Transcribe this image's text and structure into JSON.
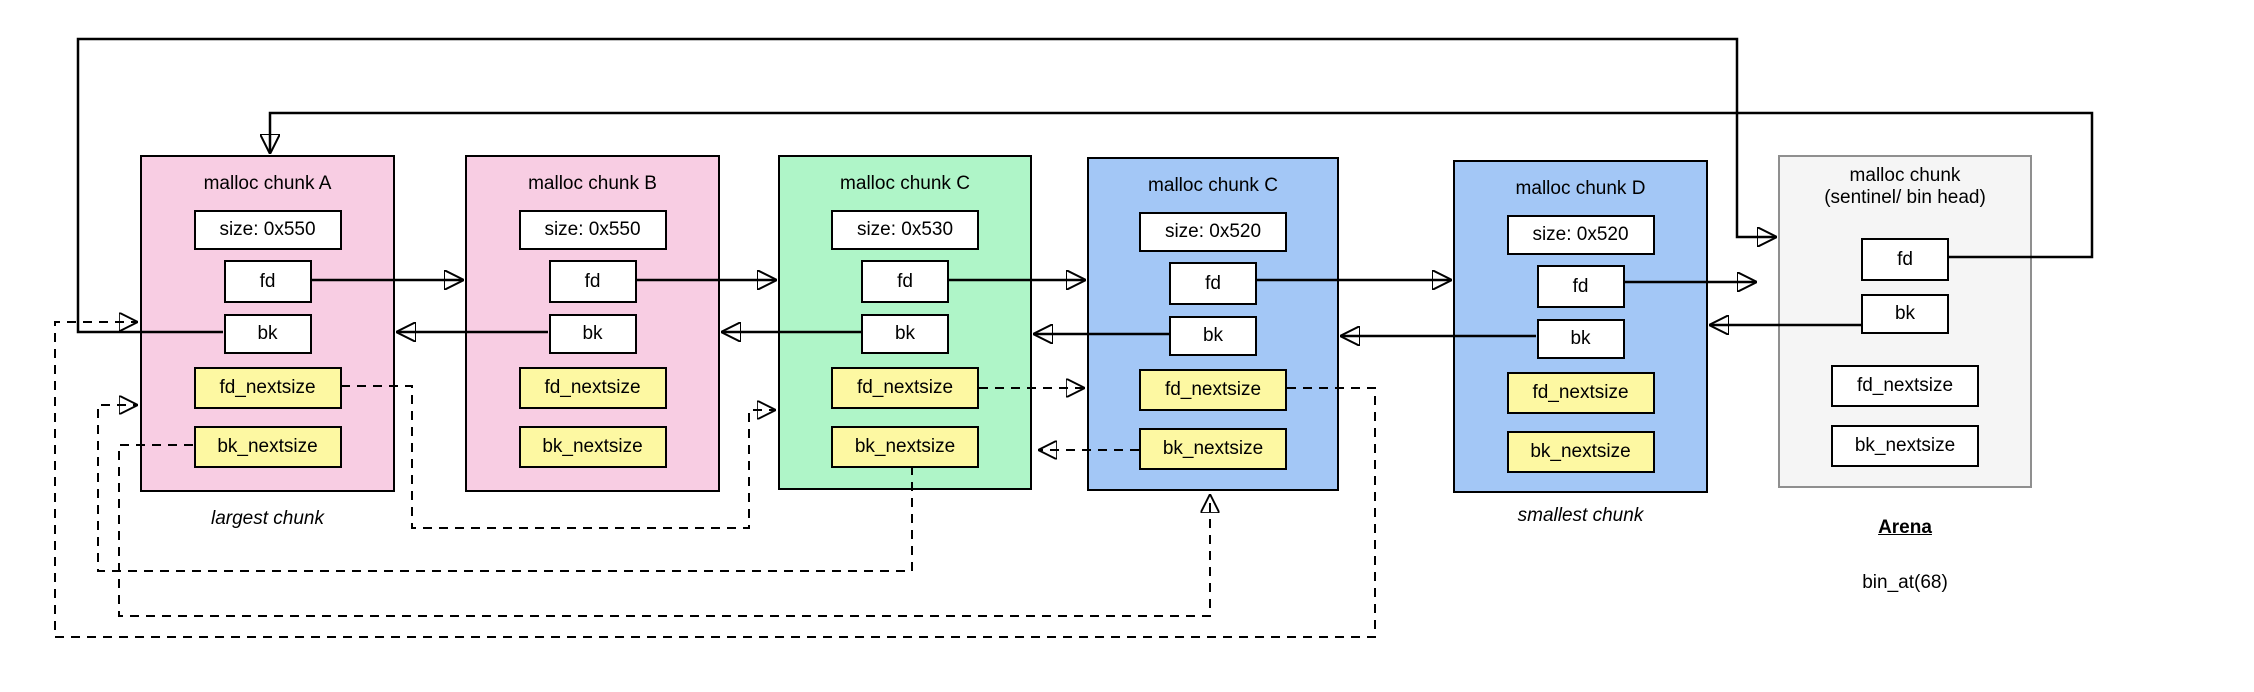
{
  "diagram_type": "glibc malloc largebin doubly-linked list diagram",
  "colors": {
    "pink": "#f8cde3",
    "green": "#aff5c8",
    "blue": "#a3c7f6",
    "sentinel_gray": "#f5f5f5",
    "nextsize_yellow": "#fdf8a2",
    "line_black": "#000000"
  },
  "chunks": [
    {
      "id": "chunk-a",
      "title": "malloc chunk A",
      "size": "size: 0x550",
      "fd": "fd",
      "bk": "bk",
      "fd_nextsize": "fd_nextsize",
      "bk_nextsize": "bk_nextsize",
      "fill": "#f8cde3",
      "caption": "largest chunk"
    },
    {
      "id": "chunk-b",
      "title": "malloc chunk B",
      "size": "size: 0x550",
      "fd": "fd",
      "bk": "bk",
      "fd_nextsize": "fd_nextsize",
      "bk_nextsize": "bk_nextsize",
      "fill": "#f8cde3"
    },
    {
      "id": "chunk-c-green",
      "title": "malloc chunk C",
      "size": "size: 0x530",
      "fd": "fd",
      "bk": "bk",
      "fd_nextsize": "fd_nextsize",
      "bk_nextsize": "bk_nextsize",
      "fill": "#aff5c8"
    },
    {
      "id": "chunk-c-blue",
      "title": "malloc chunk C",
      "size": "size: 0x520",
      "fd": "fd",
      "bk": "bk",
      "fd_nextsize": "fd_nextsize",
      "bk_nextsize": "bk_nextsize",
      "fill": "#a3c7f6"
    },
    {
      "id": "chunk-d",
      "title": "malloc chunk D",
      "size": "size: 0x520",
      "fd": "fd",
      "bk": "bk",
      "fd_nextsize": "fd_nextsize",
      "bk_nextsize": "bk_nextsize",
      "fill": "#a3c7f6",
      "caption": "smallest chunk"
    },
    {
      "id": "chunk-sentinel",
      "title": "malloc chunk",
      "title2": "(sentinel/ bin head)",
      "fd": "fd",
      "bk": "bk",
      "fd_nextsize": "fd_nextsize",
      "bk_nextsize": "bk_nextsize",
      "fill": "#f5f5f5",
      "caption": "Arena",
      "caption2": "bin_at(68)"
    }
  ],
  "links": [
    {
      "name": "sentinel-fd-to-chunk-a",
      "style": "solid",
      "from": "sentinel.fd",
      "to": "chunk A (top)"
    },
    {
      "name": "chunk-a-bk-to-sentinel",
      "style": "solid",
      "from": "chunk A.bk",
      "to": "sentinel (left)"
    },
    {
      "name": "chunk-a-fd-to-chunk-b",
      "style": "solid",
      "from": "chunk A.fd",
      "to": "chunk B"
    },
    {
      "name": "chunk-b-fd-to-chunk-c-green",
      "style": "solid",
      "from": "chunk B.fd",
      "to": "chunk C (green)"
    },
    {
      "name": "chunk-c-green-fd-to-c-blue",
      "style": "solid",
      "from": "chunk C (green).fd",
      "to": "chunk C (blue)"
    },
    {
      "name": "chunk-c-blue-fd-to-chunk-d",
      "style": "solid",
      "from": "chunk C (blue).fd",
      "to": "chunk D"
    },
    {
      "name": "chunk-d-fd-to-sentinel",
      "style": "solid",
      "from": "chunk D.fd",
      "to": "sentinel"
    },
    {
      "name": "chunk-b-bk-to-chunk-a",
      "style": "solid",
      "from": "chunk B.bk",
      "to": "chunk A"
    },
    {
      "name": "chunk-c-green-bk-to-chunk-b",
      "style": "solid",
      "from": "chunk C (green).bk",
      "to": "chunk B"
    },
    {
      "name": "chunk-c-blue-bk-to-c-green",
      "style": "solid",
      "from": "chunk C (blue).bk",
      "to": "chunk C (green)"
    },
    {
      "name": "chunk-d-bk-to-chunk-c-blue",
      "style": "solid",
      "from": "chunk D.bk",
      "to": "chunk C (blue)"
    },
    {
      "name": "sentinel-bk-to-chunk-d",
      "style": "solid",
      "from": "sentinel.bk",
      "to": "chunk D"
    },
    {
      "name": "chunk-a-fdns-to-c-green",
      "style": "dashed",
      "from": "chunk A.fd_nextsize",
      "to": "chunk C (green)"
    },
    {
      "name": "chunk-c-green-fdns-to-c-blue",
      "style": "dashed",
      "from": "chunk C (green).fd_nextsize",
      "to": "chunk C (blue)"
    },
    {
      "name": "chunk-c-blue-fdns-to-chunk-a",
      "style": "dashed",
      "from": "chunk C (blue).fd_nextsize",
      "to": "chunk A"
    },
    {
      "name": "chunk-a-bkns-to-c-blue",
      "style": "dashed",
      "from": "chunk A.bk_nextsize",
      "to": "chunk C (blue, bottom)"
    },
    {
      "name": "chunk-c-green-bkns-to-chunk-a",
      "style": "dashed",
      "from": "chunk C (green).bk_nextsize",
      "to": "chunk A"
    },
    {
      "name": "chunk-c-blue-bkns-to-c-green",
      "style": "dashed",
      "from": "chunk C (blue).bk_nextsize",
      "to": "chunk C (green)"
    }
  ]
}
